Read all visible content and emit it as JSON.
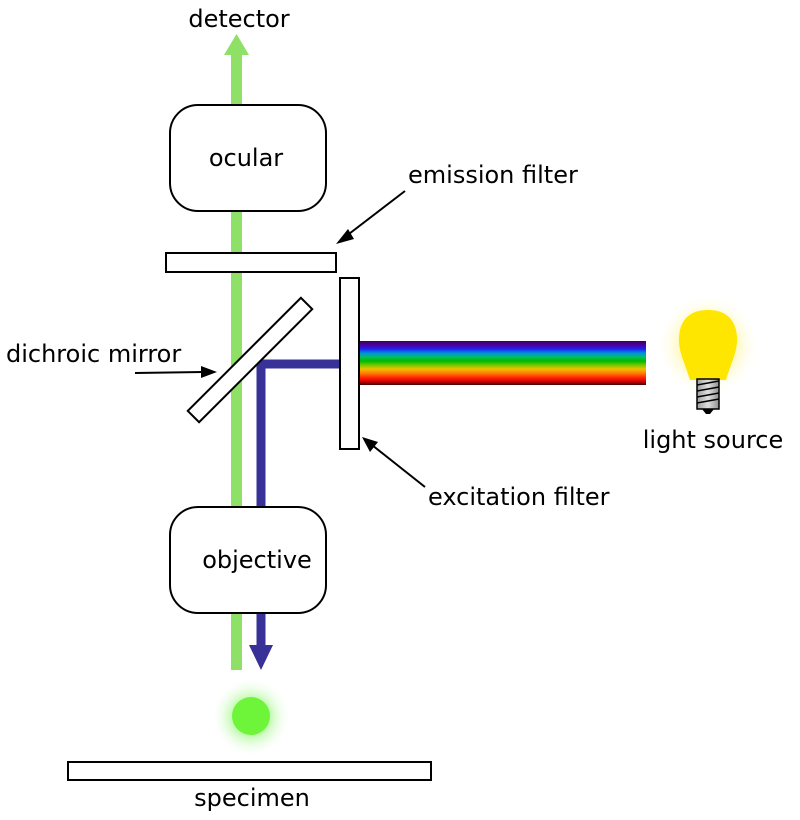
{
  "labels": {
    "detector": "detector",
    "ocular": "ocular",
    "emission_filter": "emission filter",
    "dichroic_mirror": "dichroic mirror",
    "light_source": "light source",
    "excitation_filter": "excitation filter",
    "objective": "objective",
    "specimen": "specimen"
  },
  "colors": {
    "emission_beam": "#8ee067",
    "excitation_beam": "#373198",
    "fluorescence": "#6ef53a",
    "bulb": "#ffe600"
  },
  "spectrum": [
    "#3a005a",
    "#4b00a0",
    "#2020f0",
    "#0090e0",
    "#00c060",
    "#00b800",
    "#70c800",
    "#f0c000",
    "#ff8000",
    "#ff3000",
    "#e00000",
    "#400000"
  ]
}
